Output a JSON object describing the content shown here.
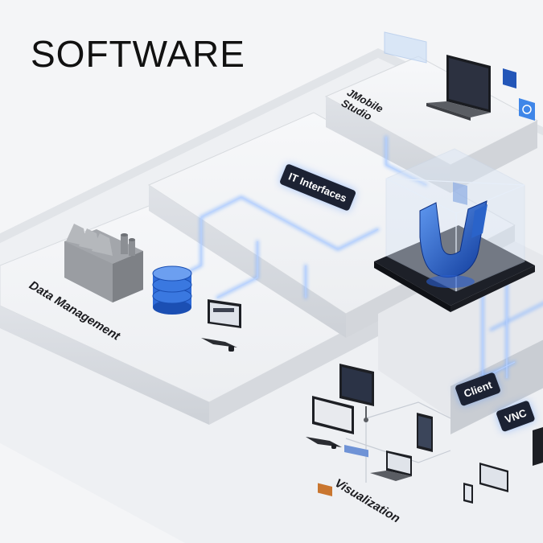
{
  "page": {
    "title": "SOFTWARE"
  },
  "zones": {
    "jmobile_line1": "JMobile",
    "jmobile_line2": "Studio",
    "it_interfaces": "IT Interfaces",
    "data_management": "Data Management",
    "visualization": "Visualization",
    "client": "Client",
    "vnc": "VNC"
  },
  "colors": {
    "background": "#f4f5f7",
    "platform_top": "#f0f1f3",
    "tag_bg": "#1c2233",
    "glow": "#5a95ff",
    "logo_blue": "#1f5fd1"
  },
  "icons": [
    "factory-icon",
    "database-icon",
    "laptop-icon",
    "monitor-icon",
    "tablet-icon",
    "cube-logo-icon"
  ]
}
